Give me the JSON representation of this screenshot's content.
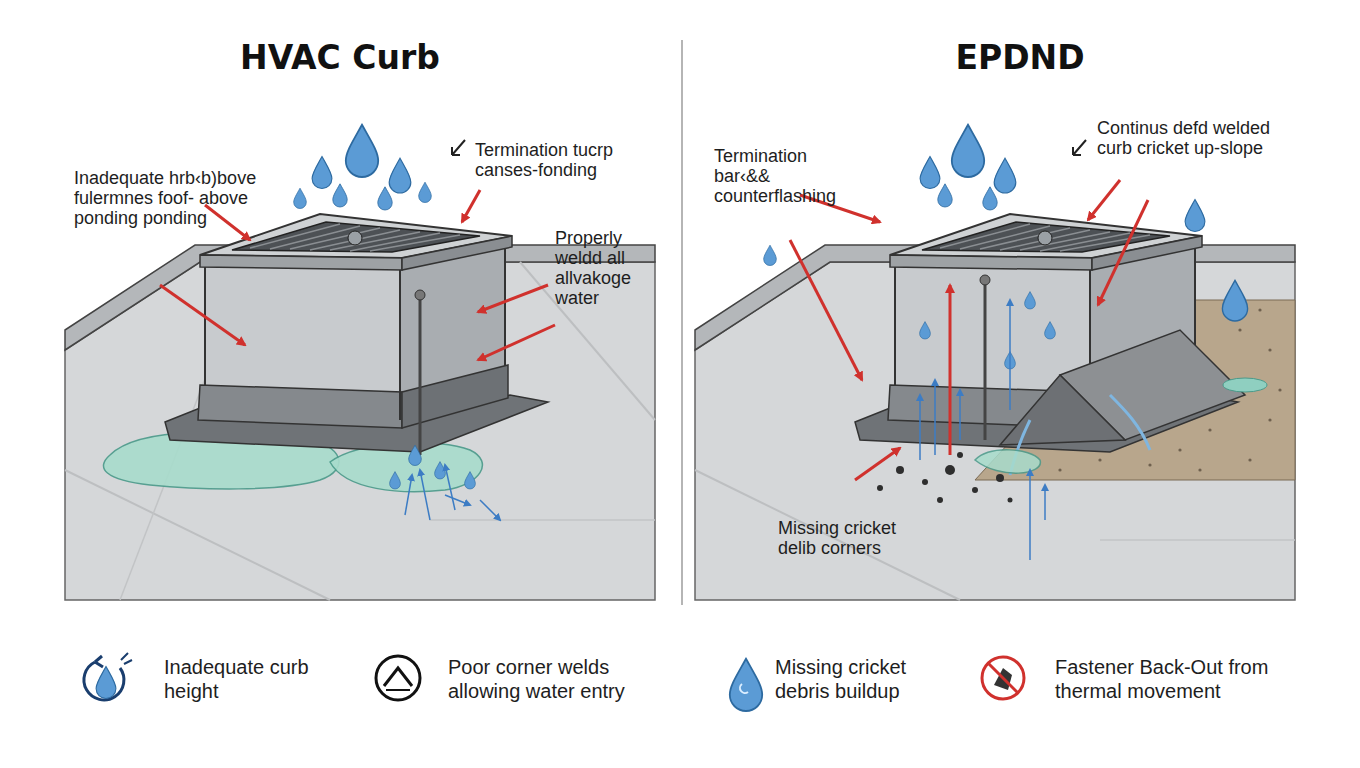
{
  "diagram": {
    "labels": [
      "HVAC Curb",
      "EPDND",
      "Inadequate hrb‹b)bove fulermnes foof- above ponding ponding",
      "Termination tucrp canses-fonding",
      "Properly weldd all allvakoge water",
      "Termination bar‹&& counterflashing",
      "Continus defd welded curb cricket up-slope",
      "Missing cricket delib corners"
    ],
    "legend": [
      {
        "text": "Inadequate curb height"
      },
      {
        "text": "Poor corner welds allowing water entry"
      },
      {
        "text": "Missing cricket debris buildup"
      },
      {
        "text": "Fastener Back-Out from thermal movement"
      }
    ]
  }
}
